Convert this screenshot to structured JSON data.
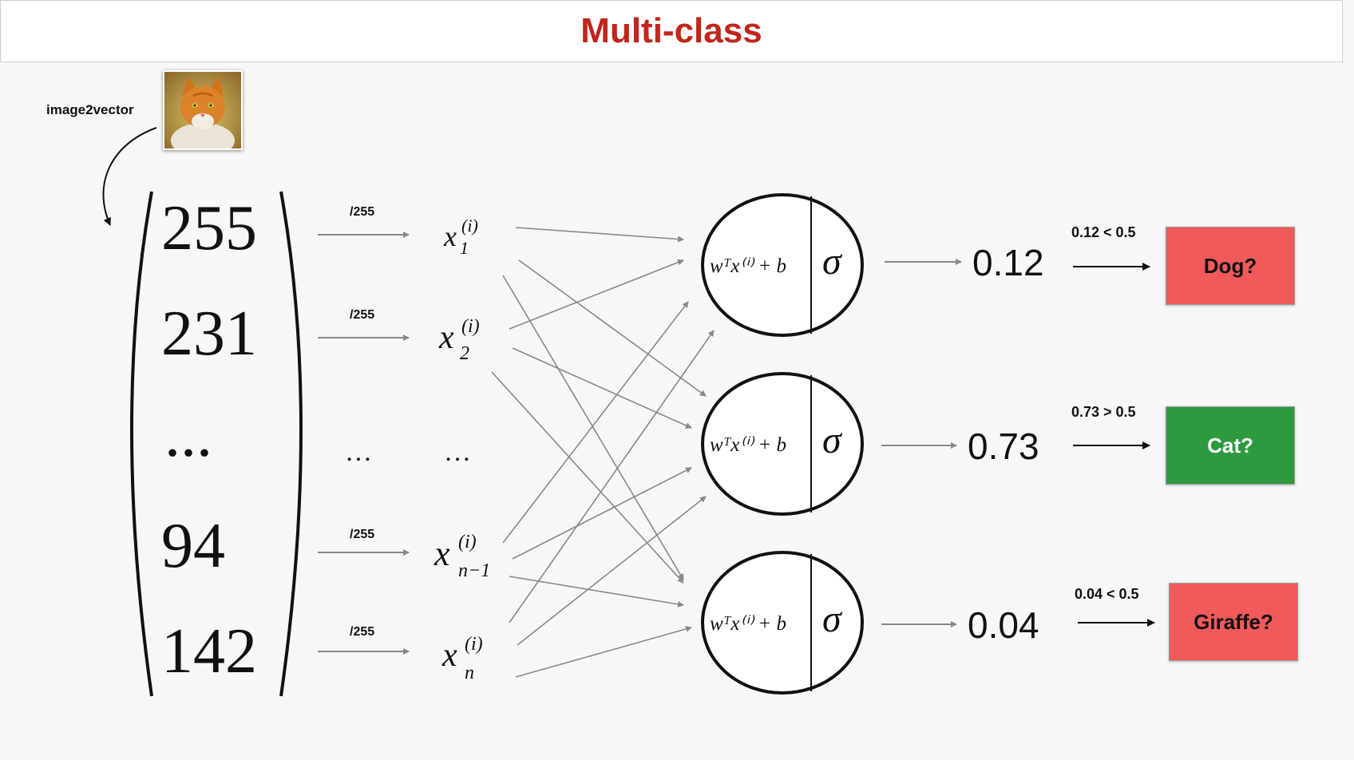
{
  "title": "Multi-class",
  "image2vector_label": "image2vector",
  "pixel_values": [
    "255",
    "231",
    "...",
    "94",
    "142"
  ],
  "scale_label": "/255",
  "ellipsis": "…",
  "inputs": [
    {
      "base": "x",
      "sup": "(i)",
      "sub": "1"
    },
    {
      "base": "x",
      "sup": "(i)",
      "sub": "2"
    },
    {
      "base": "x",
      "sup": "(i)",
      "sub": "n−1"
    },
    {
      "base": "x",
      "sup": "(i)",
      "sub": "n"
    }
  ],
  "neuron": {
    "linear": "wᵀx⁽ⁱ⁾ + b",
    "activation": "σ"
  },
  "outputs": [
    {
      "prob": "0.12",
      "compare": "0.12 < 0.5",
      "label": "Dog?",
      "positive": false
    },
    {
      "prob": "0.73",
      "compare": "0.73 > 0.5",
      "label": "Cat?",
      "positive": true
    },
    {
      "prob": "0.04",
      "compare": "0.04 < 0.5",
      "label": "Giraffe?",
      "positive": false
    }
  ],
  "colors": {
    "title": "#c0261c",
    "negative_box": "#f05a5a",
    "positive_box": "#2e9a3f",
    "arrow": "#888888"
  }
}
